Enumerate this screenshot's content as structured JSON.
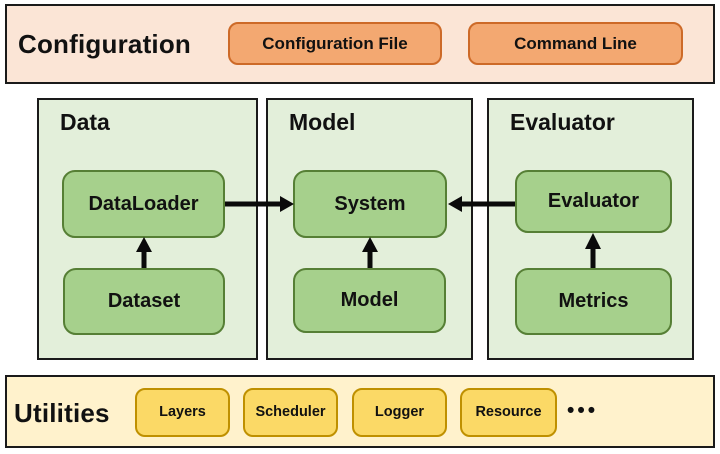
{
  "configuration": {
    "title": "Configuration",
    "items": [
      {
        "label": "Configuration File"
      },
      {
        "label": "Command Line"
      }
    ]
  },
  "panels": [
    {
      "title": "Data",
      "boxes": [
        {
          "label": "DataLoader"
        },
        {
          "label": "Dataset"
        }
      ]
    },
    {
      "title": "Model",
      "boxes": [
        {
          "label": "System"
        },
        {
          "label": "Model"
        }
      ]
    },
    {
      "title": "Evaluator",
      "boxes": [
        {
          "label": "Evaluator"
        },
        {
          "label": "Metrics"
        }
      ]
    }
  ],
  "utilities": {
    "title": "Utilities",
    "items": [
      {
        "label": "Layers"
      },
      {
        "label": "Scheduler"
      },
      {
        "label": "Logger"
      },
      {
        "label": "Resource"
      }
    ],
    "more_label": "•••"
  },
  "colors": {
    "outline": "#1a1a1a",
    "config-bg": "#FBE5D6",
    "orange-fill": "#F3A871",
    "orange-border": "#CD6A28",
    "panel-bg": "#E3EFDA",
    "green-fill": "#A6D08C",
    "green-border": "#567F35",
    "util-bg": "#FFF2CC",
    "yellow-fill": "#FBD966",
    "yellow-border": "#BF9000",
    "arrow": "#0a0a0a"
  }
}
